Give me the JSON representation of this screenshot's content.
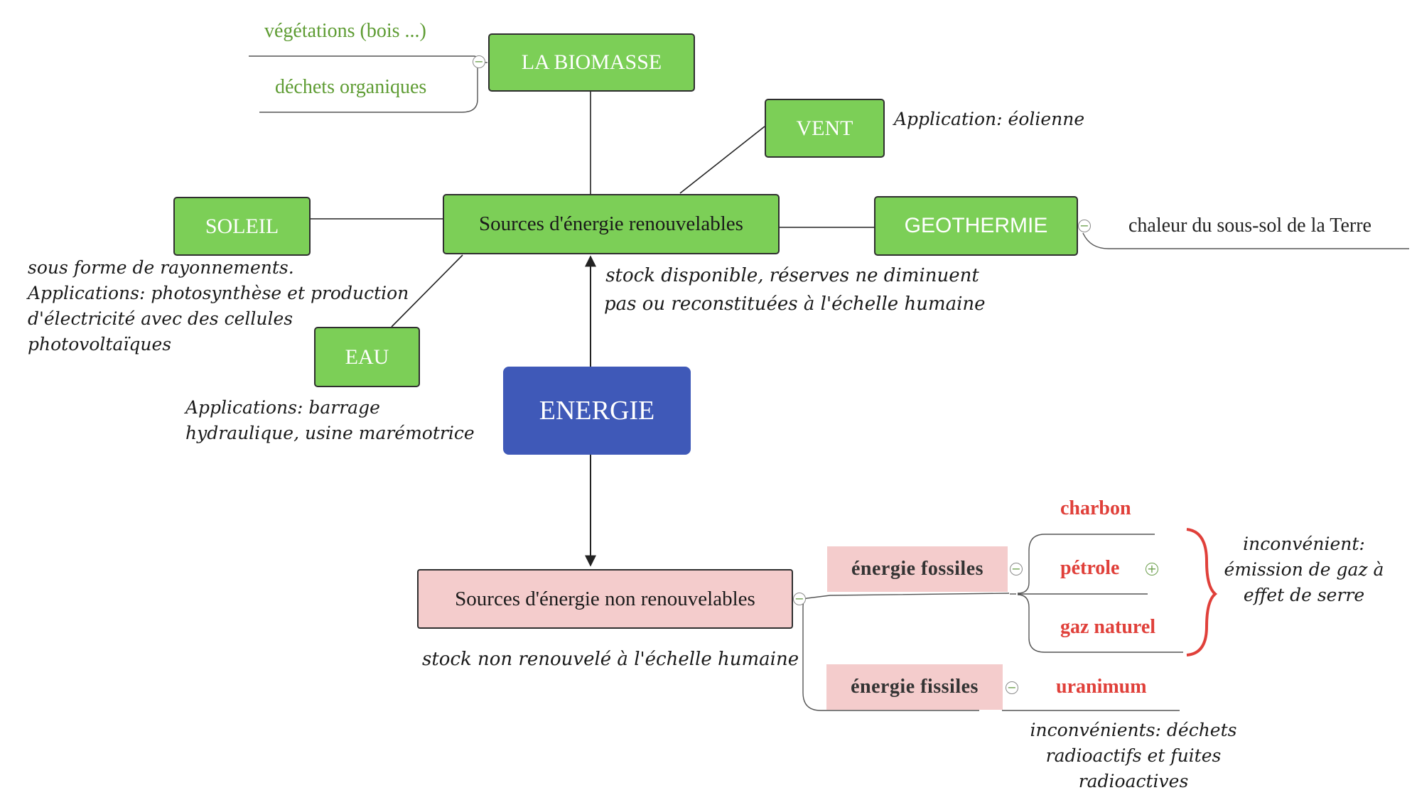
{
  "center": {
    "label": "ENERGIE"
  },
  "renewable": {
    "label": "Sources d'énergie renouvelables",
    "description": [
      "stock disponible, réserves ne diminuent",
      "pas ou reconstituées à l'échelle humaine"
    ],
    "biomasse": {
      "label": "LA BIOMASSE",
      "items": [
        "végétations (bois ...)",
        "déchets organiques"
      ]
    },
    "vent": {
      "label": "VENT",
      "note": "Application: éolienne"
    },
    "soleil": {
      "label": "SOLEIL",
      "note": [
        "sous forme de rayonnements.",
        "Applications: photosynthèse et production",
        "d'électricité avec des cellules",
        "photovoltaïques"
      ]
    },
    "geothermie": {
      "label": "GEOTHERMIE",
      "item": "chaleur du sous-sol de la Terre"
    },
    "eau": {
      "label": "EAU",
      "note": [
        "Applications: barrage",
        "hydraulique, usine marémotrice"
      ]
    }
  },
  "nonrenewable": {
    "label": "Sources d'énergie non renouvelables",
    "description": "stock non renouvelé à l'échelle humaine",
    "fossiles": {
      "label": "énergie fossiles",
      "items": [
        "charbon",
        "pétrole",
        "gaz naturel"
      ],
      "drawback": [
        "inconvénient:",
        "émission de gaz à",
        "effet de serre"
      ]
    },
    "fissiles": {
      "label": "énergie fissiles",
      "items": [
        "uranimum"
      ],
      "drawback": [
        "inconvénients: déchets",
        "radioactifs et fuites",
        "radioactives"
      ]
    }
  },
  "colors": {
    "green_node": "#7ccf57",
    "center_node": "#3f59b8",
    "pink_node": "#f4cccc",
    "red_text": "#e0403a",
    "green_text": "#5e9c33",
    "brace": "#e0403a"
  }
}
